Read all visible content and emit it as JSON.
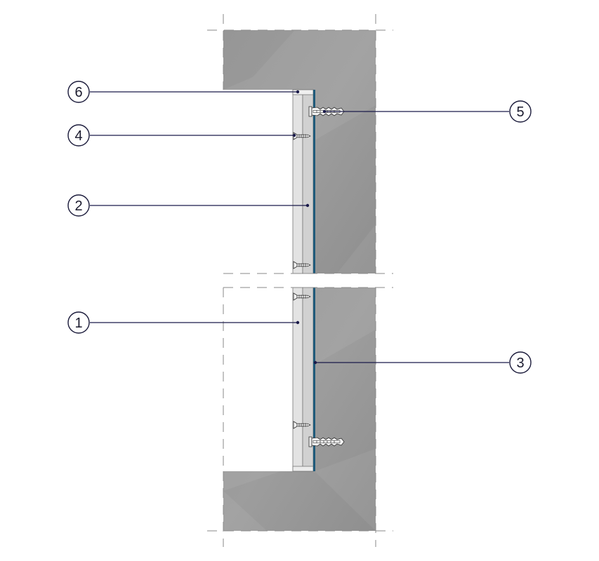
{
  "diagram": {
    "type": "wall-section-detail",
    "colors": {
      "wall": "#999999",
      "board_outer": "#e4e4e4",
      "board_inner": "#d2d2d2",
      "membrane": "#1f5a7a",
      "leader": "#1a1a4a",
      "dash": "#8a8a8a"
    },
    "callouts": [
      {
        "id": "1",
        "label": "1"
      },
      {
        "id": "2",
        "label": "2"
      },
      {
        "id": "3",
        "label": "3"
      },
      {
        "id": "4",
        "label": "4"
      },
      {
        "id": "5",
        "label": "5"
      },
      {
        "id": "6",
        "label": "6"
      }
    ],
    "components": [
      {
        "id": "wall-substrate",
        "icon": "hatched-block"
      },
      {
        "id": "board-outer",
        "icon": "board-layer"
      },
      {
        "id": "board-inner",
        "icon": "board-layer"
      },
      {
        "id": "membrane",
        "icon": "blue-line"
      },
      {
        "id": "screw",
        "icon": "screw-icon"
      },
      {
        "id": "anchor-dowel",
        "icon": "dowel-icon"
      }
    ]
  }
}
